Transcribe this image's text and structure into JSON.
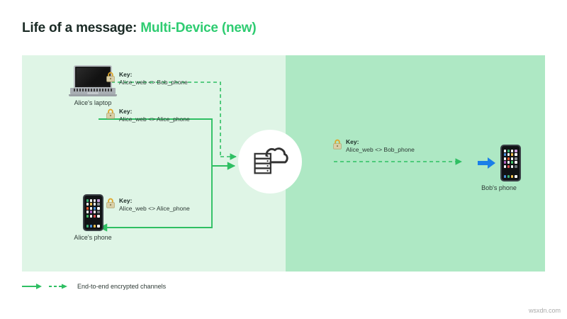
{
  "title": {
    "main": "Life of a message: ",
    "accent": "Multi-Device (new)",
    "accent_color": "#2ecc71"
  },
  "colors": {
    "panel_left": "#dff5e6",
    "panel_right": "#aee8c4",
    "arrow_green": "#2fbf63",
    "arrow_blue": "#1a7fe8",
    "text_dark": "#1b2b26",
    "background": "#ffffff"
  },
  "nodes": [
    {
      "id": "alice-laptop",
      "label": "Alice's laptop",
      "icon": "laptop-icon"
    },
    {
      "id": "alice-phone",
      "label": "Alice's phone",
      "icon": "smartphone-icon"
    },
    {
      "id": "server-cloud",
      "label": "",
      "icon": "cloud-server-icon"
    },
    {
      "id": "bob-phone",
      "label": "Bob's phone",
      "icon": "smartphone-icon"
    }
  ],
  "key_notes": [
    {
      "id": "key-laptop-to-bob",
      "title": "Key:",
      "value": "Alice_web <> Bob_phone",
      "icon": "padlock-icon"
    },
    {
      "id": "key-laptop-to-alicephone",
      "title": "Key:",
      "value": "Alice_web <> Alice_phone",
      "icon": "padlock-icon"
    },
    {
      "id": "key-server-to-alicephone",
      "title": "Key:",
      "value": "Alice_web <> Alice_phone",
      "icon": "padlock-icon"
    },
    {
      "id": "key-server-to-bob",
      "title": "Key:",
      "value": "Alice_web <> Bob_phone",
      "icon": "padlock-icon"
    }
  ],
  "legend": {
    "label": "End-to-end encrypted channels",
    "solid_arrow_icon": "solid-arrow-icon",
    "dashed_arrow_icon": "dashed-arrow-icon"
  },
  "watermark": "wsxdn.com"
}
